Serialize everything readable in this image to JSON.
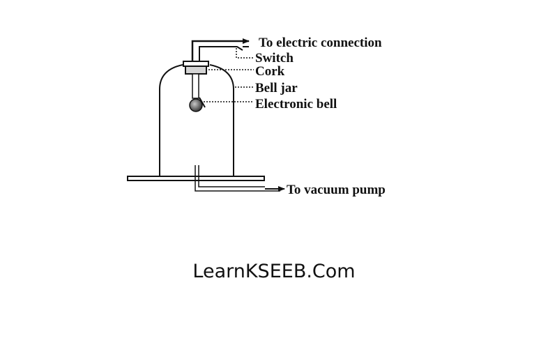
{
  "labels": {
    "electric_connection": "To electric connection",
    "switch": "Switch",
    "cork": "Cork",
    "bell_jar": "Bell jar",
    "electronic_bell": "Electronic bell",
    "vacuum_pump": "To vacuum pump"
  },
  "watermark": "LearnKSEEB.Com"
}
